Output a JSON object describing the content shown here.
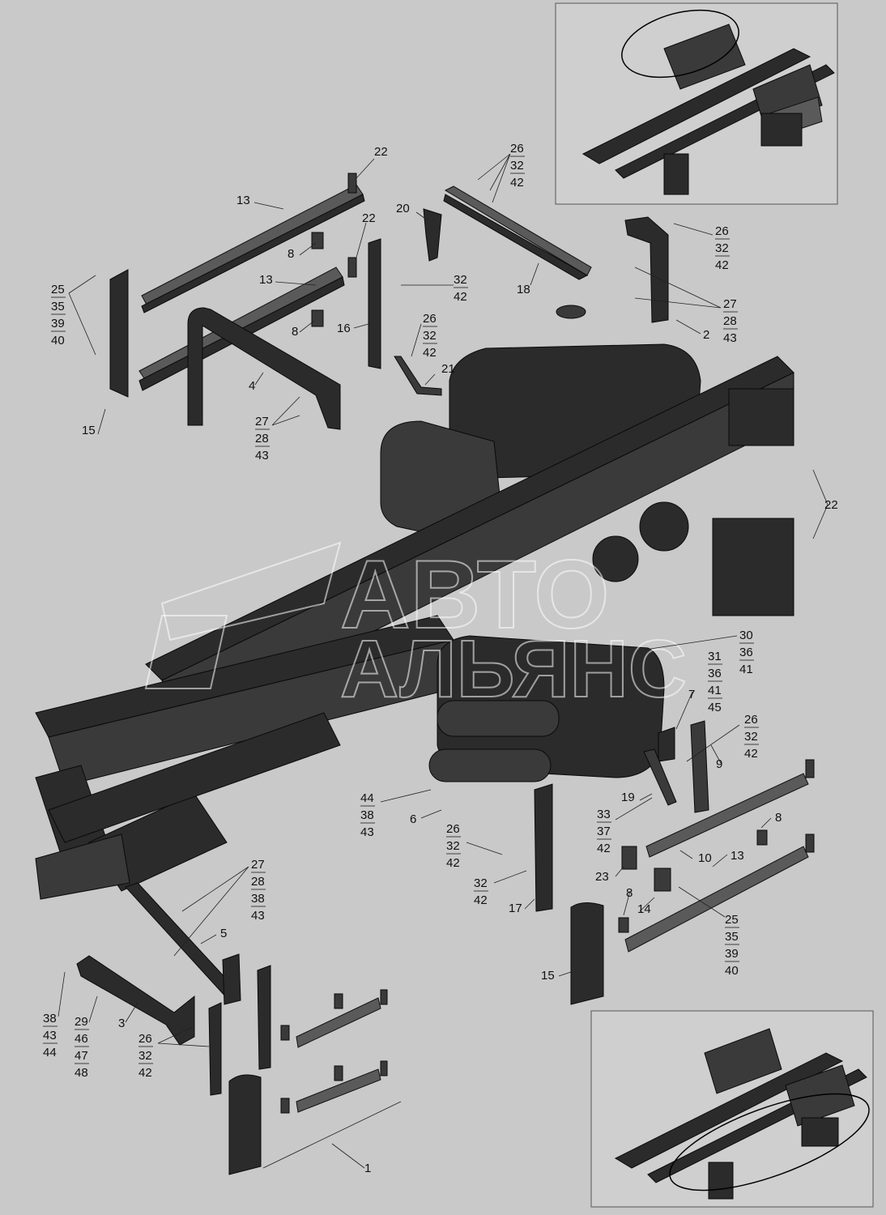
{
  "watermark": {
    "line1": "АВТО",
    "line2": "АЛЬЯНС"
  },
  "callouts": [
    {
      "id": "c-22-top",
      "lines": [
        "22"
      ]
    },
    {
      "id": "c-26-top",
      "lines": [
        "26",
        "32",
        "42"
      ]
    },
    {
      "id": "c-13-top",
      "lines": [
        "13"
      ]
    },
    {
      "id": "c-20",
      "lines": [
        "20"
      ]
    },
    {
      "id": "c-22-mid",
      "lines": [
        "22"
      ]
    },
    {
      "id": "c-26-right",
      "lines": [
        "26",
        "32",
        "42"
      ]
    },
    {
      "id": "c-8-a",
      "lines": [
        "8"
      ]
    },
    {
      "id": "c-25-left",
      "lines": [
        "25",
        "35",
        "39",
        "40"
      ]
    },
    {
      "id": "c-13-mid",
      "lines": [
        "13"
      ]
    },
    {
      "id": "c-32-42-top",
      "lines": [
        "32",
        "42"
      ]
    },
    {
      "id": "c-18",
      "lines": [
        "18"
      ]
    },
    {
      "id": "c-27-right",
      "lines": [
        "27",
        "28",
        "43"
      ]
    },
    {
      "id": "c-8-b",
      "lines": [
        "8"
      ]
    },
    {
      "id": "c-16",
      "lines": [
        "16"
      ]
    },
    {
      "id": "c-26-mid",
      "lines": [
        "26",
        "32",
        "42"
      ]
    },
    {
      "id": "c-2",
      "lines": [
        "2"
      ]
    },
    {
      "id": "c-4",
      "lines": [
        "4"
      ]
    },
    {
      "id": "c-21",
      "lines": [
        "21"
      ]
    },
    {
      "id": "c-15-top",
      "lines": [
        "15"
      ]
    },
    {
      "id": "c-27-left",
      "lines": [
        "27",
        "28",
        "43"
      ]
    },
    {
      "id": "c-30",
      "lines": [
        "30",
        "36",
        "41"
      ]
    },
    {
      "id": "c-31",
      "lines": [
        "31",
        "36",
        "41",
        "45"
      ]
    },
    {
      "id": "c-7",
      "lines": [
        "7"
      ]
    },
    {
      "id": "c-26-lowright",
      "lines": [
        "26",
        "32",
        "42"
      ]
    },
    {
      "id": "c-9",
      "lines": [
        "9"
      ]
    },
    {
      "id": "c-22-low",
      "lines": [
        "22"
      ]
    },
    {
      "id": "c-44",
      "lines": [
        "44",
        "38",
        "43"
      ]
    },
    {
      "id": "c-6",
      "lines": [
        "6"
      ]
    },
    {
      "id": "c-19",
      "lines": [
        "19"
      ]
    },
    {
      "id": "c-8-c",
      "lines": [
        "8"
      ]
    },
    {
      "id": "c-26-low",
      "lines": [
        "26",
        "32",
        "42"
      ]
    },
    {
      "id": "c-33",
      "lines": [
        "33",
        "37",
        "42"
      ]
    },
    {
      "id": "c-10",
      "lines": [
        "10"
      ]
    },
    {
      "id": "c-13-low",
      "lines": [
        "13"
      ]
    },
    {
      "id": "c-27-low",
      "lines": [
        "27",
        "28",
        "38",
        "43"
      ]
    },
    {
      "id": "c-23",
      "lines": [
        "23"
      ]
    },
    {
      "id": "c-32-42-low",
      "lines": [
        "32",
        "42"
      ]
    },
    {
      "id": "c-8-d",
      "lines": [
        "8"
      ]
    },
    {
      "id": "c-14",
      "lines": [
        "14"
      ]
    },
    {
      "id": "c-17",
      "lines": [
        "17"
      ]
    },
    {
      "id": "c-25-right",
      "lines": [
        "25",
        "35",
        "39",
        "40"
      ]
    },
    {
      "id": "c-5",
      "lines": [
        "5"
      ]
    },
    {
      "id": "c-15-low",
      "lines": [
        "15"
      ]
    },
    {
      "id": "c-3",
      "lines": [
        "3"
      ]
    },
    {
      "id": "c-38",
      "lines": [
        "38",
        "43",
        "44"
      ]
    },
    {
      "id": "c-29",
      "lines": [
        "29",
        "46",
        "47",
        "48"
      ]
    },
    {
      "id": "c-26-bottom",
      "lines": [
        "26",
        "32",
        "42"
      ]
    },
    {
      "id": "c-1",
      "lines": [
        "1"
      ]
    }
  ]
}
